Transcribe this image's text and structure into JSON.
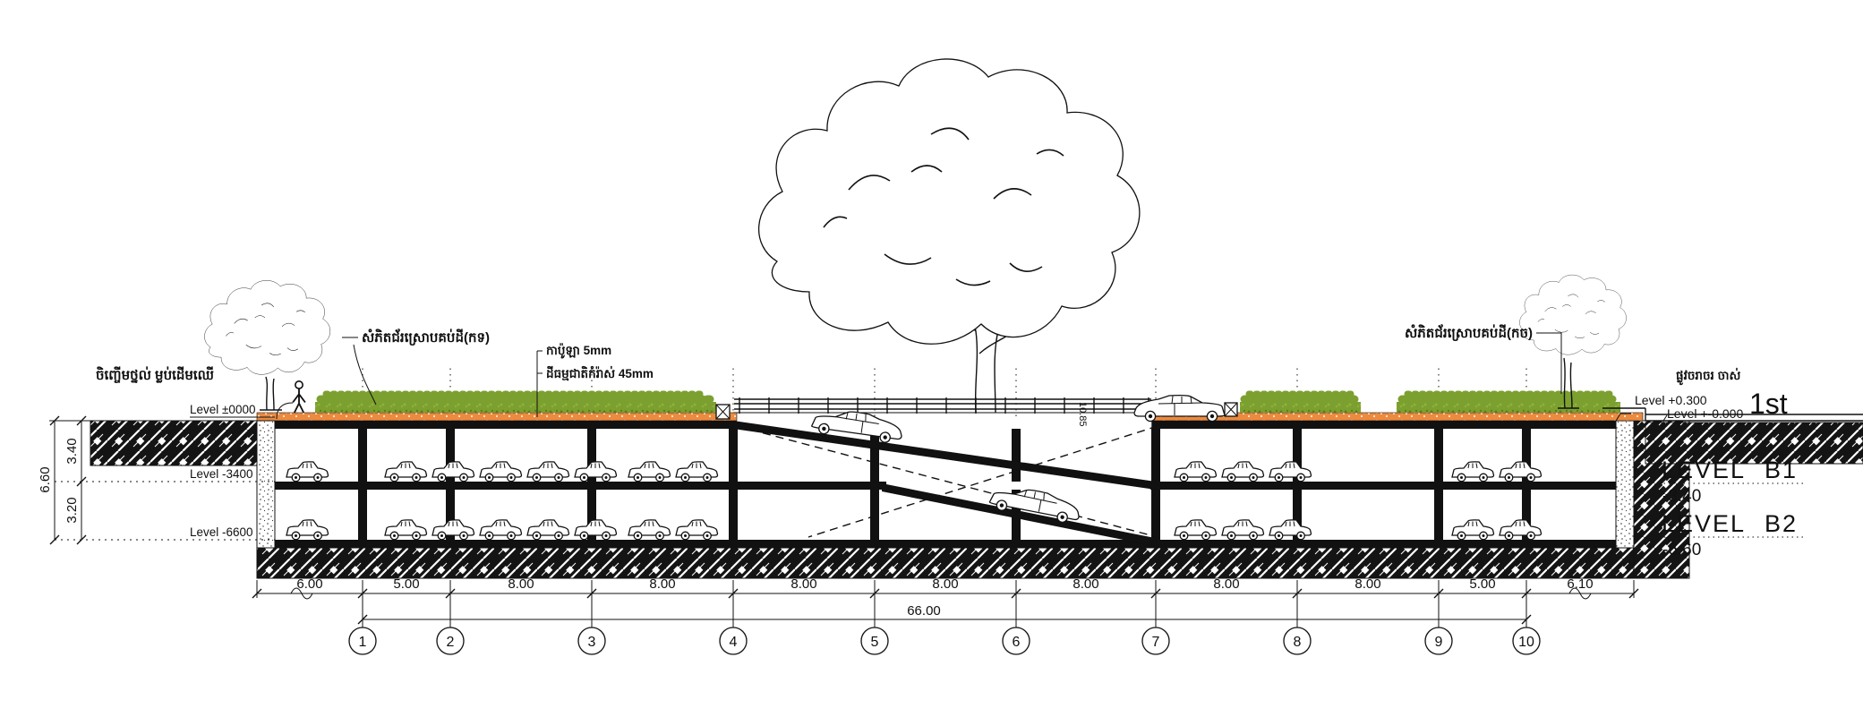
{
  "levels_left": {
    "l0": "Level ±0000",
    "l1": "Level -3400",
    "l2": "Level -6600"
  },
  "dims_left": {
    "overall": "6.60",
    "upper": "3.40",
    "lower": "3.20"
  },
  "dims_bottom": [
    "6.00",
    "5.00",
    "8.00",
    "8.00",
    "8.00",
    "8.00",
    "8.00",
    "8.00",
    "8.00",
    "5.00",
    "6.10"
  ],
  "dim_total": "66.00",
  "grid_bubbles": [
    "1",
    "2",
    "3",
    "4",
    "5",
    "6",
    "7",
    "8",
    "9",
    "10"
  ],
  "annotations": {
    "sidewalk": "ចិញ្ចើមថ្នល់ ម្លប់ដើមឈើ",
    "cover_left": "សំភិតជ័រស្រោបគប់ដី(កទ)",
    "membrane": "កាប៉ូឡា 5mm",
    "natural_soil": "ដីធម្មជាតិកំរ៉ាស់ 45mm",
    "cover_right": "សំភិតជ័រស្រោបគប់ដី(កច)",
    "street": "ផ្លូវចរាចរ ចាស់",
    "ramp_slope": "10.85"
  },
  "right_panel": {
    "level_up": "Level +0.300",
    "level_zero": "Level +-0.000",
    "street_name": "1st",
    "floors": [
      {
        "label": "LEVEL",
        "tag": "B1",
        "value": "-3.40"
      },
      {
        "label": "LEVEL",
        "tag": "B2",
        "value": "-6.60"
      }
    ]
  },
  "colors": {
    "hedge_green": "#7CA02F",
    "soil_orange": "#EC8A3E",
    "line_black": "#111111"
  }
}
